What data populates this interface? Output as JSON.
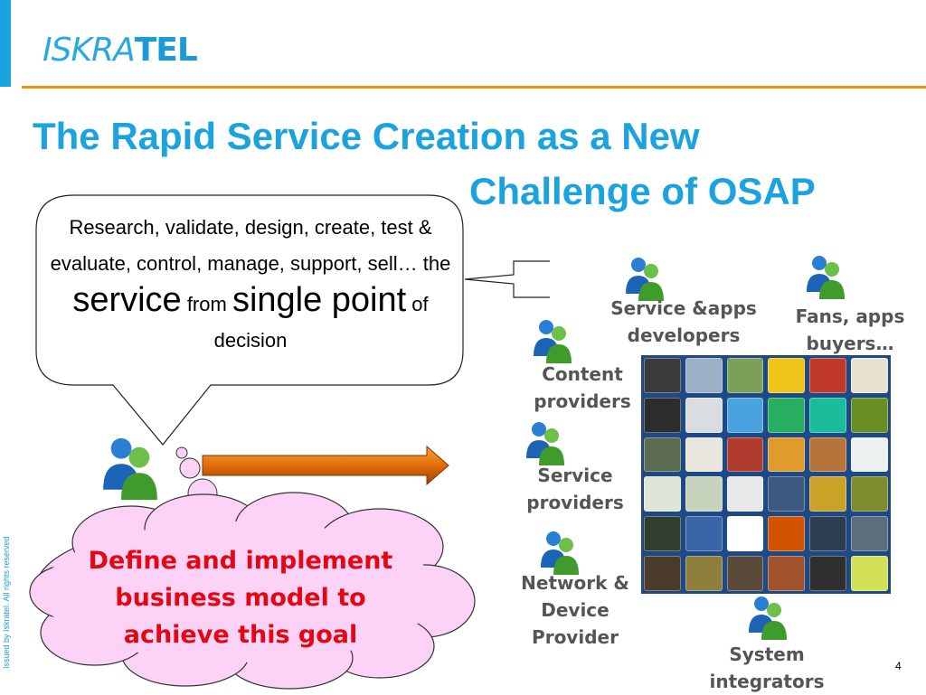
{
  "brand": {
    "logo_part1": "ISKRA",
    "logo_part2": "TEL"
  },
  "title": {
    "line1": "The Rapid Service Creation as a New",
    "line2": "Challenge of OSAP"
  },
  "speech_bubble": {
    "text1": "Research, validate, design, create, test & evaluate, control, manage, support, sell… the ",
    "emph1": "service",
    "text2": " from ",
    "emph2": "single point",
    "text3": " of decision"
  },
  "cloud": {
    "text": "Define and implement business model to achieve this goal"
  },
  "actors": [
    {
      "label": "Service &apps developers"
    },
    {
      "label": "Fans, apps buyers…"
    },
    {
      "label": "Content providers"
    },
    {
      "label": "Service providers"
    },
    {
      "label": "Network & Device Provider"
    },
    {
      "label": "System integrators"
    }
  ],
  "app_tile_colors": [
    "#3b3b3b",
    "#9ab0c4",
    "#7aa05a",
    "#f0c419",
    "#c0392b",
    "#e8e2d0",
    "#2c2c2c",
    "#d9dde2",
    "#4aa3df",
    "#27ae60",
    "#1abc9c",
    "#6b8e23",
    "#5a6b4f",
    "#e8e6df",
    "#b03a2e",
    "#e09b2d",
    "#b6743a",
    "#ecf0f1",
    "#dfe6d8",
    "#c7d3bd",
    "#e8e8e8",
    "#3d5a80",
    "#c9a227",
    "#7f8c2d",
    "#2f3e2f",
    "#3a66a7",
    "#ffffff",
    "#d35400",
    "#2c3e50",
    "#5d6d7e",
    "#4b3b2b",
    "#8e7f3d",
    "#5b4a3a",
    "#a0522d",
    "#2f2f2f",
    "#d4e157"
  ],
  "colors": {
    "accent_blue": "#1aa3df",
    "accent_orange": "#f39200",
    "cloud_fill": "#fcd2f6",
    "cloud_text": "#e30613"
  },
  "footer": {
    "side_note": "Issued by Iskratel. All rights reserved",
    "page_number": "4"
  }
}
